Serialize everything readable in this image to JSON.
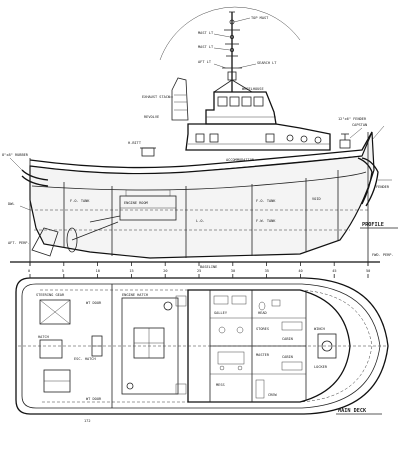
{
  "drawing": {
    "views": {
      "profile": "PROFILE",
      "main_deck": "MAIN DECK"
    },
    "profile_labels": {
      "top_mast": "TOP MAST",
      "mast_light_1": "MAST LT",
      "mast_light_2": "MAST LT",
      "aft_light": "AFT LT",
      "searchlight": "SEARCH LT",
      "revolving_light": "REVOLVE",
      "exhaust_stack": "EXHAUST STACK",
      "wheelhouse": "WHEELHOUSE",
      "accommodation": "ACCOMMODATION",
      "fwd_capstan": "CAPSTAN",
      "towing_bitt": "H-BITT",
      "fender_fwd": "12\"x6\" FENDER",
      "fender_aft": "FENDER",
      "fender_stern": "8\"x8\" RUBBER",
      "draft_mark": "DWL",
      "fwd_perp": "FWD. PERP.",
      "aft_perp": "AFT. PERP.",
      "baseline": "BASELINE",
      "engine_room": "ENGINE ROOM",
      "fuel_oil_tank_1": "F.O. TANK",
      "fuel_oil_tank_2": "F.O. TANK",
      "fresh_water_tank": "F.W. TANK",
      "void": "VOID",
      "lube_oil": "L.O."
    },
    "plan_labels": {
      "steering_gear": "STEERING GEAR",
      "wt_door_1": "WT DOOR",
      "wt_door_2": "WT DOOR",
      "hatch": "HATCH",
      "engine_hatch": "ENGINE HATCH",
      "galley": "GALLEY",
      "mess": "MESS",
      "head": "HEAD",
      "stores": "STORES",
      "cabin_1": "CABIN",
      "cabin_2": "CABIN",
      "master": "MASTER",
      "crew": "CREW",
      "bow_winch": "WINCH",
      "rope_locker": "LOCKER",
      "escape_hatch": "ESC. HATCH"
    },
    "frame_numbers": [
      "0",
      "5",
      "10",
      "15",
      "20",
      "25",
      "30",
      "35",
      "40",
      "45",
      "50"
    ],
    "page_number": "172"
  },
  "colors": {
    "ink": "#222222",
    "paper": "#ffffff",
    "hull_fill": "#f4f4f4"
  }
}
